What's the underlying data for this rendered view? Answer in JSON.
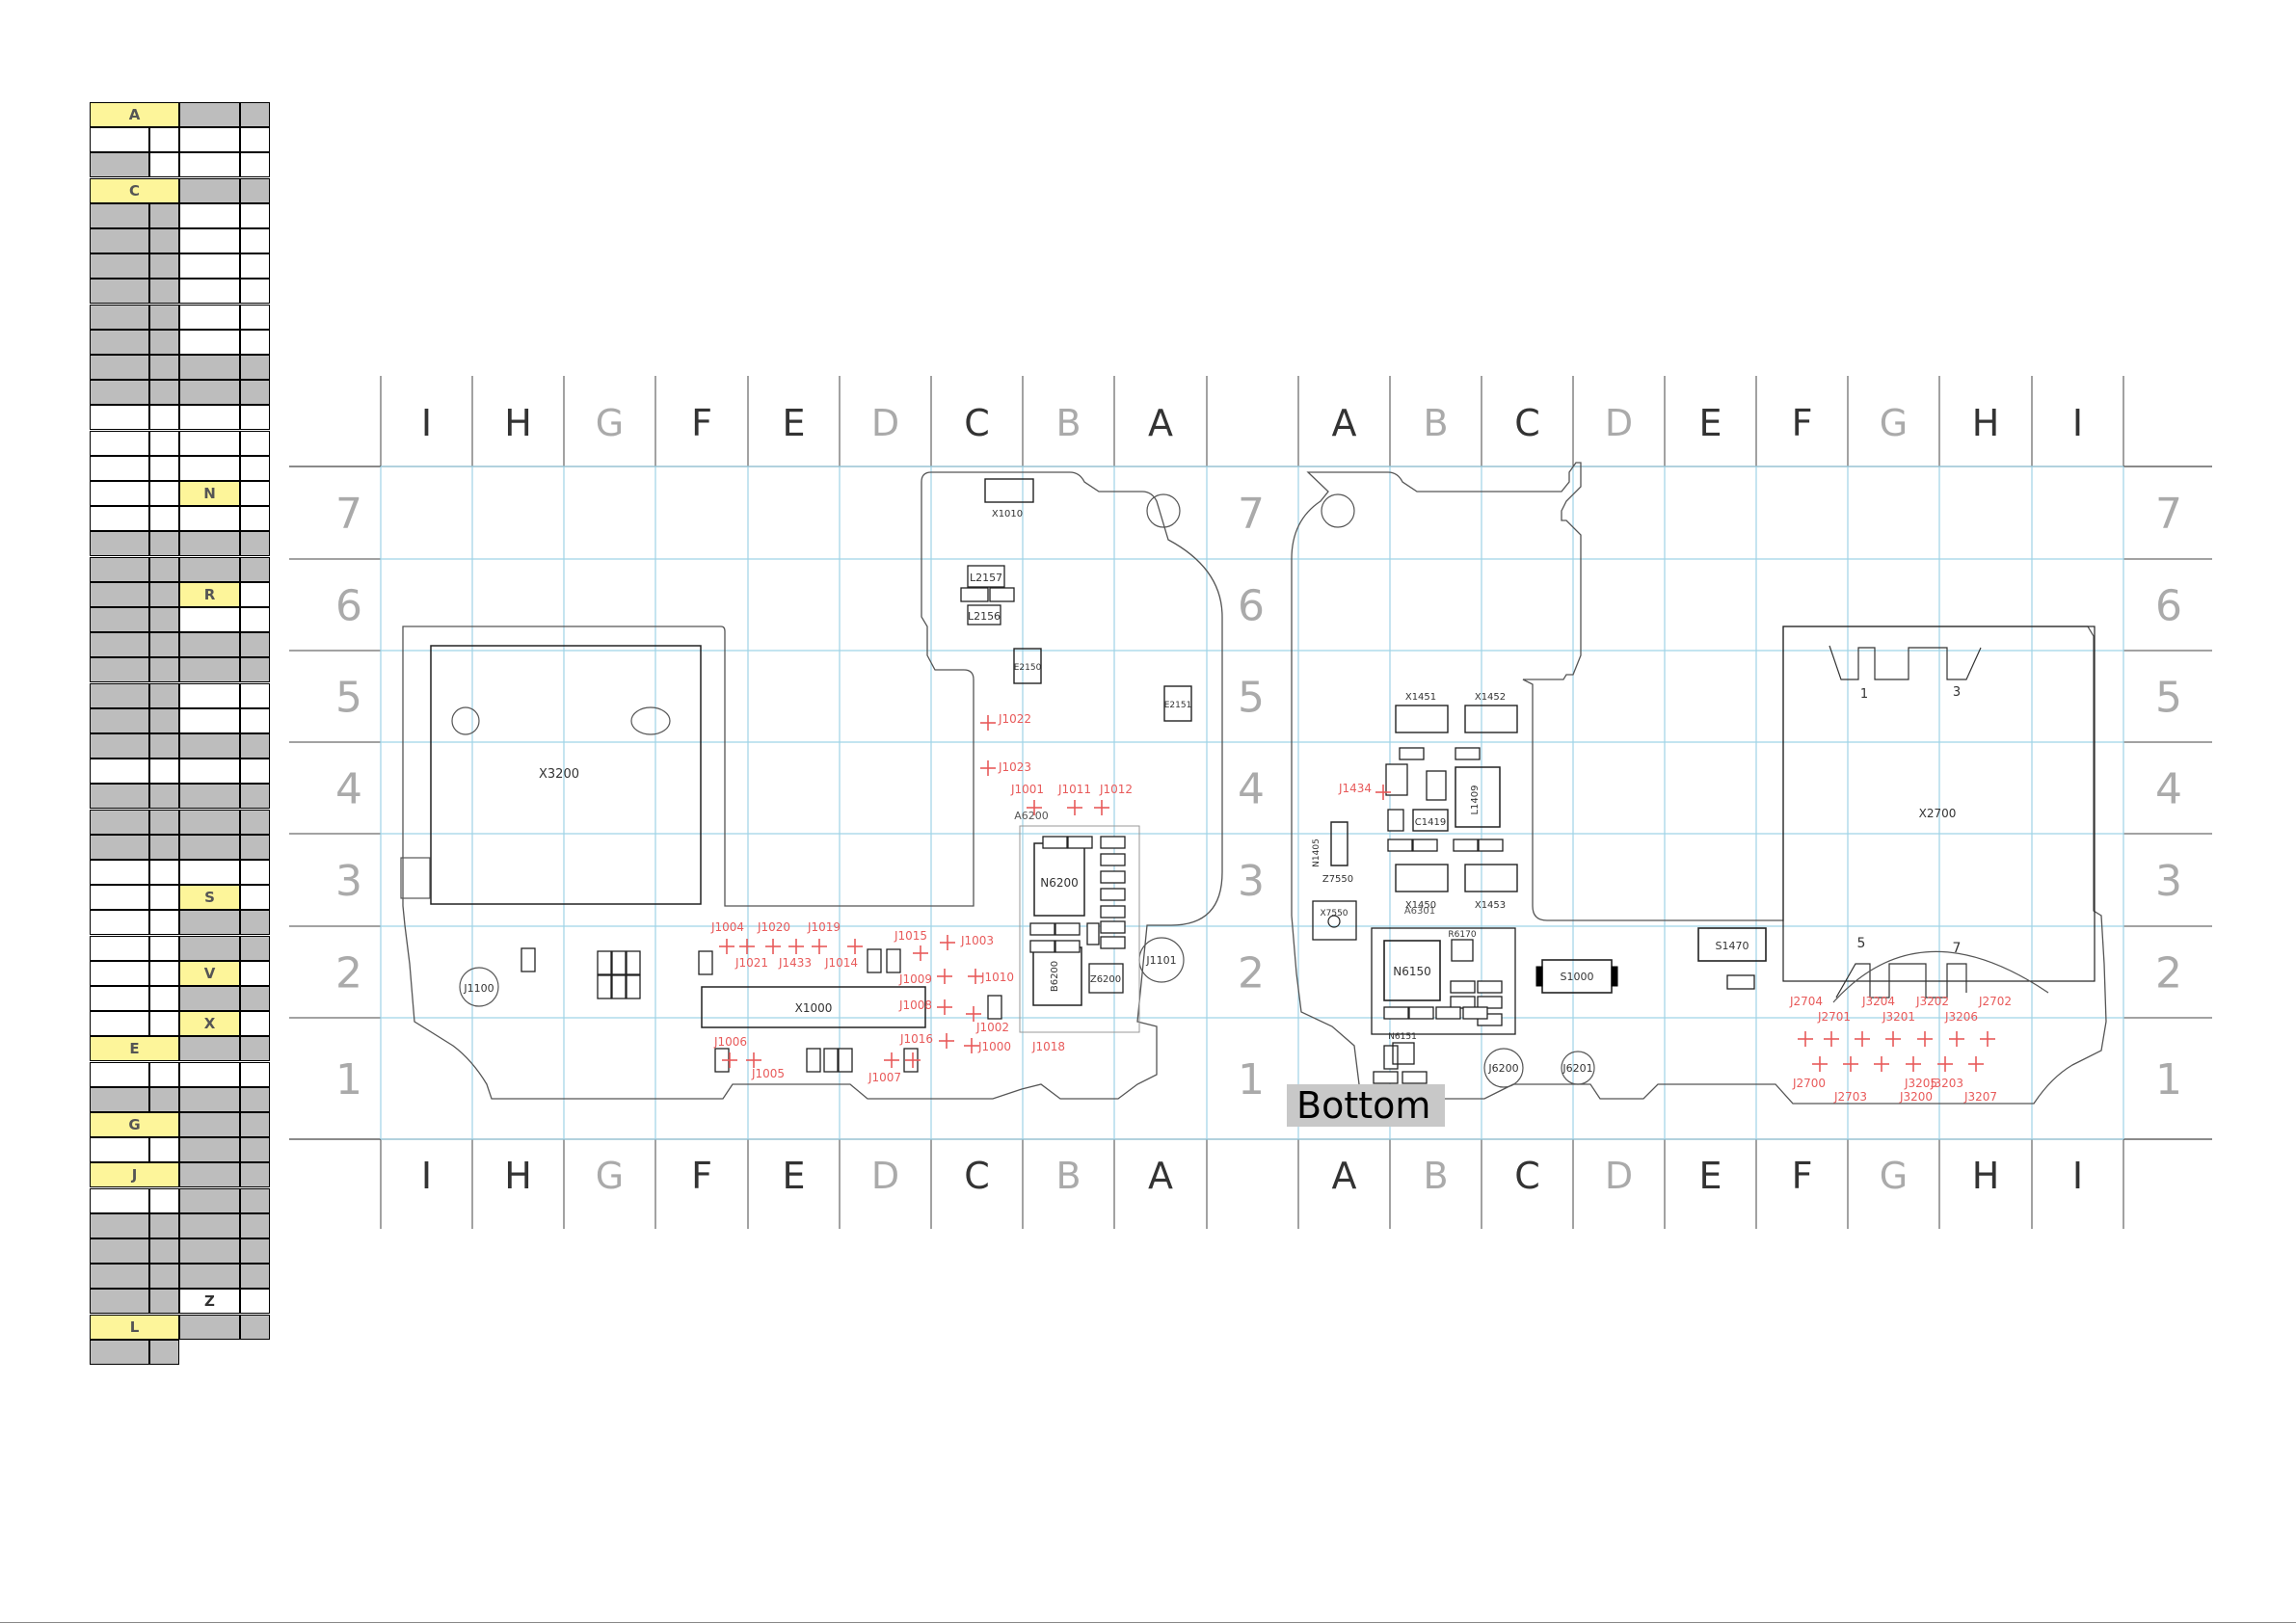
{
  "sidebar": {
    "rows": [
      {
        "k": "a",
        "c1": "A"
      },
      {
        "k": "b"
      },
      {
        "k": "c"
      },
      {
        "k": "a",
        "c1": "C"
      },
      {
        "k": "g"
      },
      {
        "k": "g"
      },
      {
        "k": "g"
      },
      {
        "k": "g"
      },
      {
        "k": "g"
      },
      {
        "k": "g"
      },
      {
        "k": "h"
      },
      {
        "k": "h"
      },
      {
        "k": "w"
      },
      {
        "k": "w"
      },
      {
        "k": "w"
      },
      {
        "k": "n",
        "c2": "N"
      },
      {
        "k": "w"
      },
      {
        "k": "h"
      },
      {
        "k": "h"
      },
      {
        "k": "r",
        "c2": "R"
      },
      {
        "k": "g"
      },
      {
        "k": "h"
      },
      {
        "k": "h"
      },
      {
        "k": "g"
      },
      {
        "k": "g"
      },
      {
        "k": "h"
      },
      {
        "k": "w"
      },
      {
        "k": "h"
      },
      {
        "k": "h"
      },
      {
        "k": "h"
      },
      {
        "k": "w"
      },
      {
        "k": "s",
        "c2": "S"
      },
      {
        "k": "w"
      },
      {
        "k": "w"
      },
      {
        "k": "s",
        "c2": "V"
      },
      {
        "k": "w"
      },
      {
        "k": "s",
        "c2": "X"
      },
      {
        "k": "y",
        "c1": "E"
      },
      {
        "k": "w"
      },
      {
        "k": "h"
      },
      {
        "k": "y",
        "c1": "G"
      },
      {
        "k": "w"
      },
      {
        "k": "y",
        "c1": "J"
      },
      {
        "k": "w"
      },
      {
        "k": "h"
      },
      {
        "k": "h"
      },
      {
        "k": "h"
      },
      {
        "k": "z",
        "c2": "Z"
      },
      {
        "k": "y",
        "c1": "L"
      },
      {
        "k": "last"
      }
    ]
  },
  "grid": {
    "col_letters_left": [
      "I",
      "H",
      "G",
      "F",
      "E",
      "D",
      "C",
      "B",
      "A"
    ],
    "col_letters_right": [
      "A",
      "B",
      "C",
      "D",
      "E",
      "F",
      "G",
      "H",
      "I"
    ],
    "rows": [
      "7",
      "6",
      "5",
      "4",
      "3",
      "2",
      "1"
    ]
  },
  "components_left": [
    "X3200",
    "X1010",
    "L2157",
    "L2156",
    "E2150",
    "E2151",
    "J1100",
    "X1000",
    "N6200",
    "J1101",
    "Z6200",
    "B6200",
    "A6200",
    "J1022",
    "J1023",
    "J1001",
    "J1011",
    "J1012",
    "J1004",
    "J1020",
    "J1019",
    "J1015",
    "J1003",
    "J1021",
    "J1433",
    "J1014",
    "J1009",
    "J1010",
    "J1008",
    "J1002",
    "J1006",
    "J1016",
    "J1005",
    "J1007",
    "J1000",
    "J1018"
  ],
  "components_right": [
    "X1451",
    "X1452",
    "X1450",
    "X1453",
    "L1409",
    "C1419",
    "J1434",
    "N1405",
    "Z7550",
    "X7550",
    "A6301",
    "N6150",
    "S1000",
    "J6200",
    "J6201",
    "S1470",
    "X2700",
    "J2704",
    "J2701",
    "J3204",
    "J3202",
    "J2702",
    "J3201",
    "J3206",
    "J2700",
    "J2703",
    "J3205",
    "J3203",
    "J3200",
    "J3207",
    "R6170",
    "N6151"
  ],
  "connector_pins": [
    "1",
    "3",
    "5",
    "7"
  ],
  "title_label": "Bottom",
  "colors": {
    "grid": "#9fd3e6",
    "outline": "#555555",
    "red": "#e85a5a",
    "letters": "#333333",
    "letters_faint": "#aaaaaa"
  }
}
